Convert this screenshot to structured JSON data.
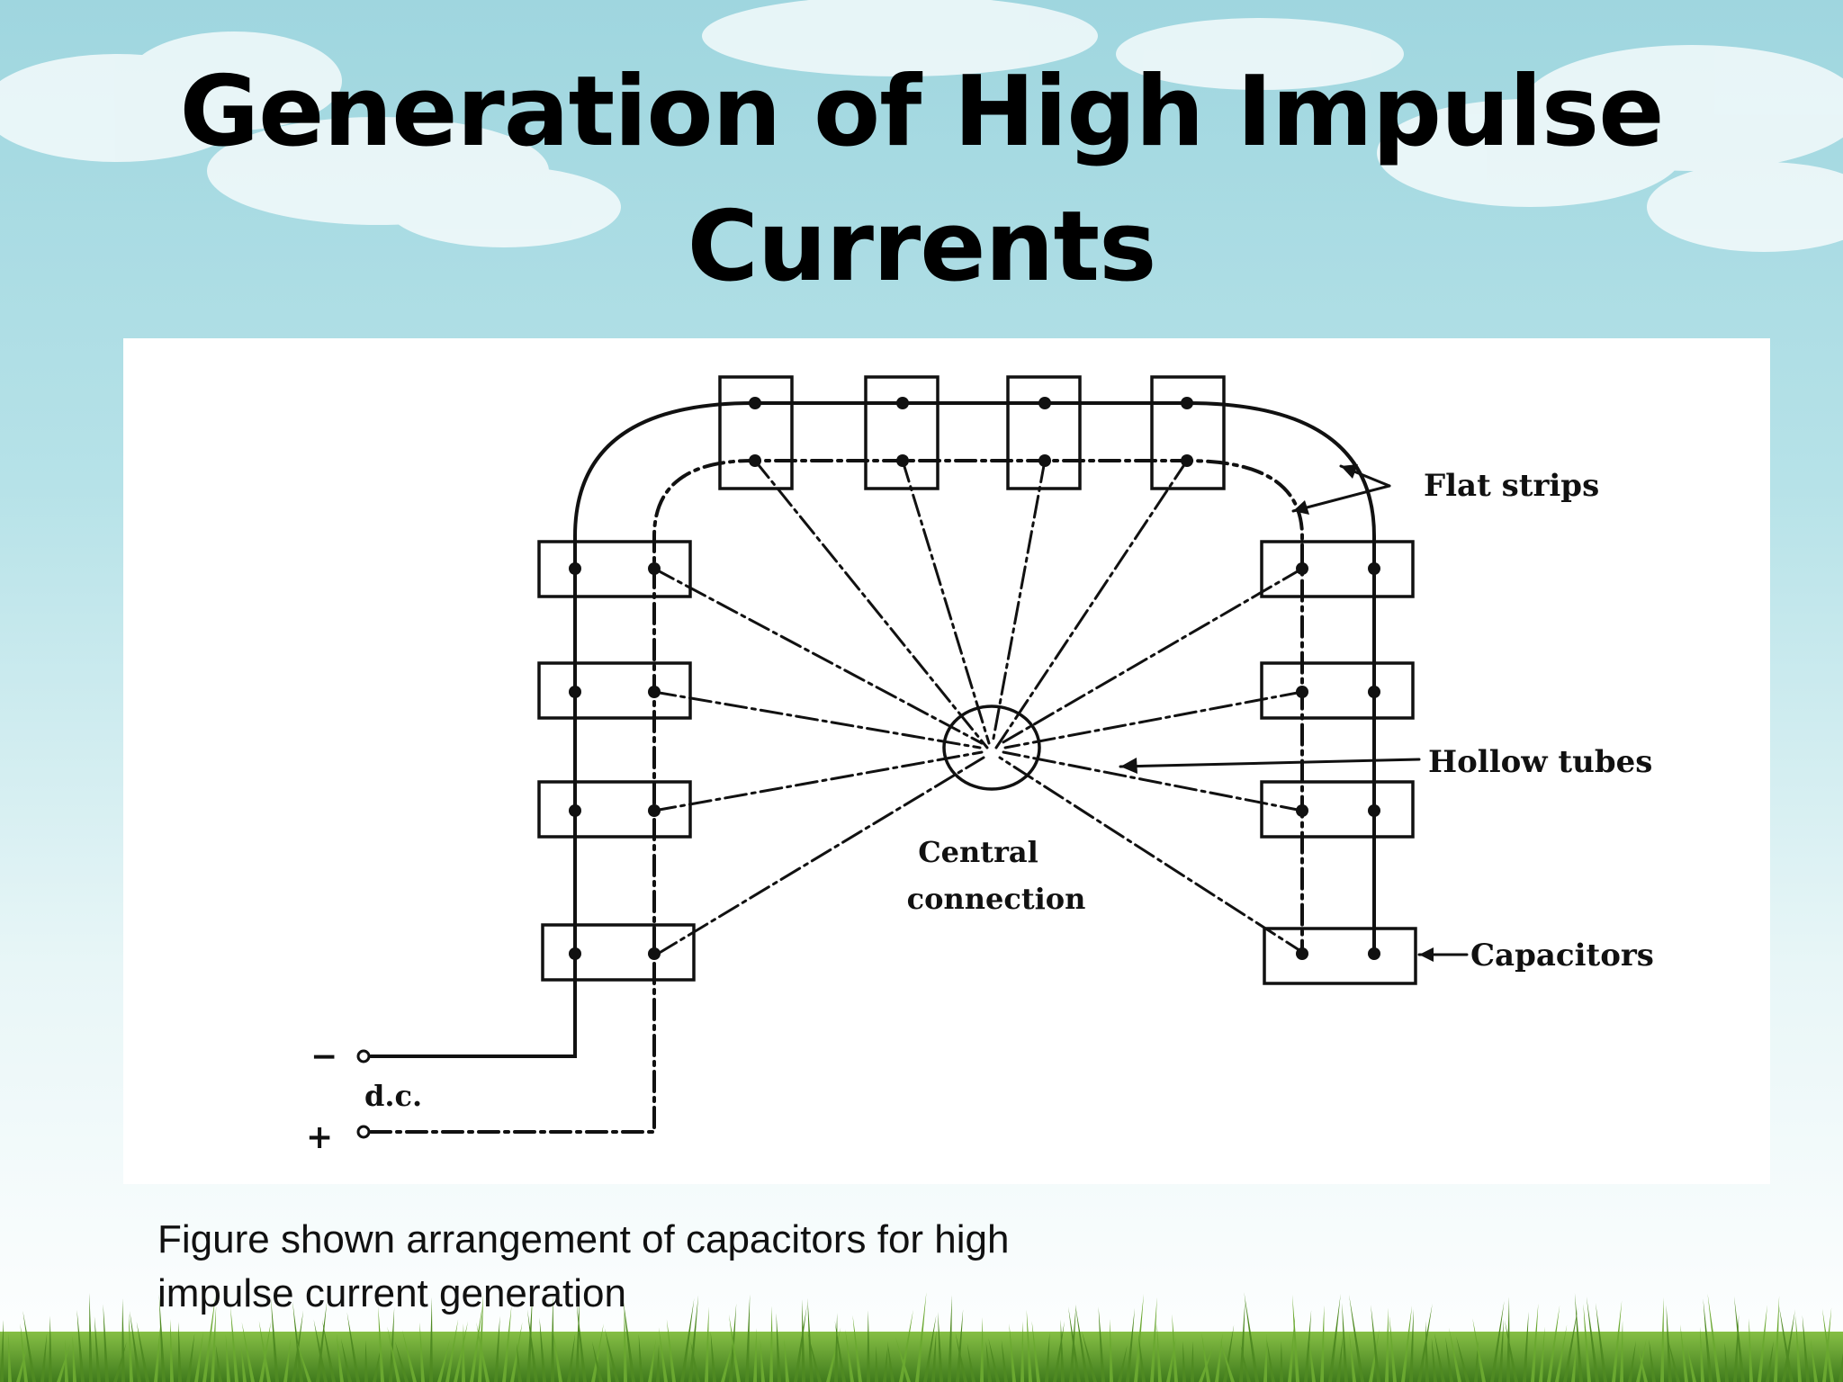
{
  "slide": {
    "title_lines": [
      "Generation of High Impulse",
      "Currents"
    ],
    "caption_lines": [
      "Figure shown arrangement of capacitors for high",
      "impulse current generation"
    ]
  },
  "diagram": {
    "labels": {
      "flat_strips": "Flat strips",
      "hollow_tubes": "Hollow tubes",
      "capacitors": "Capacitors",
      "central_connection_line1": "Central",
      "central_connection_line2": "connection",
      "dc": "d.c.",
      "minus": "−",
      "plus": "+"
    }
  },
  "colors": {
    "sky_top": "#a9dbe3",
    "sky_bottom": "#ffffff",
    "grass": "#5f9a2a",
    "ink": "#111111"
  }
}
